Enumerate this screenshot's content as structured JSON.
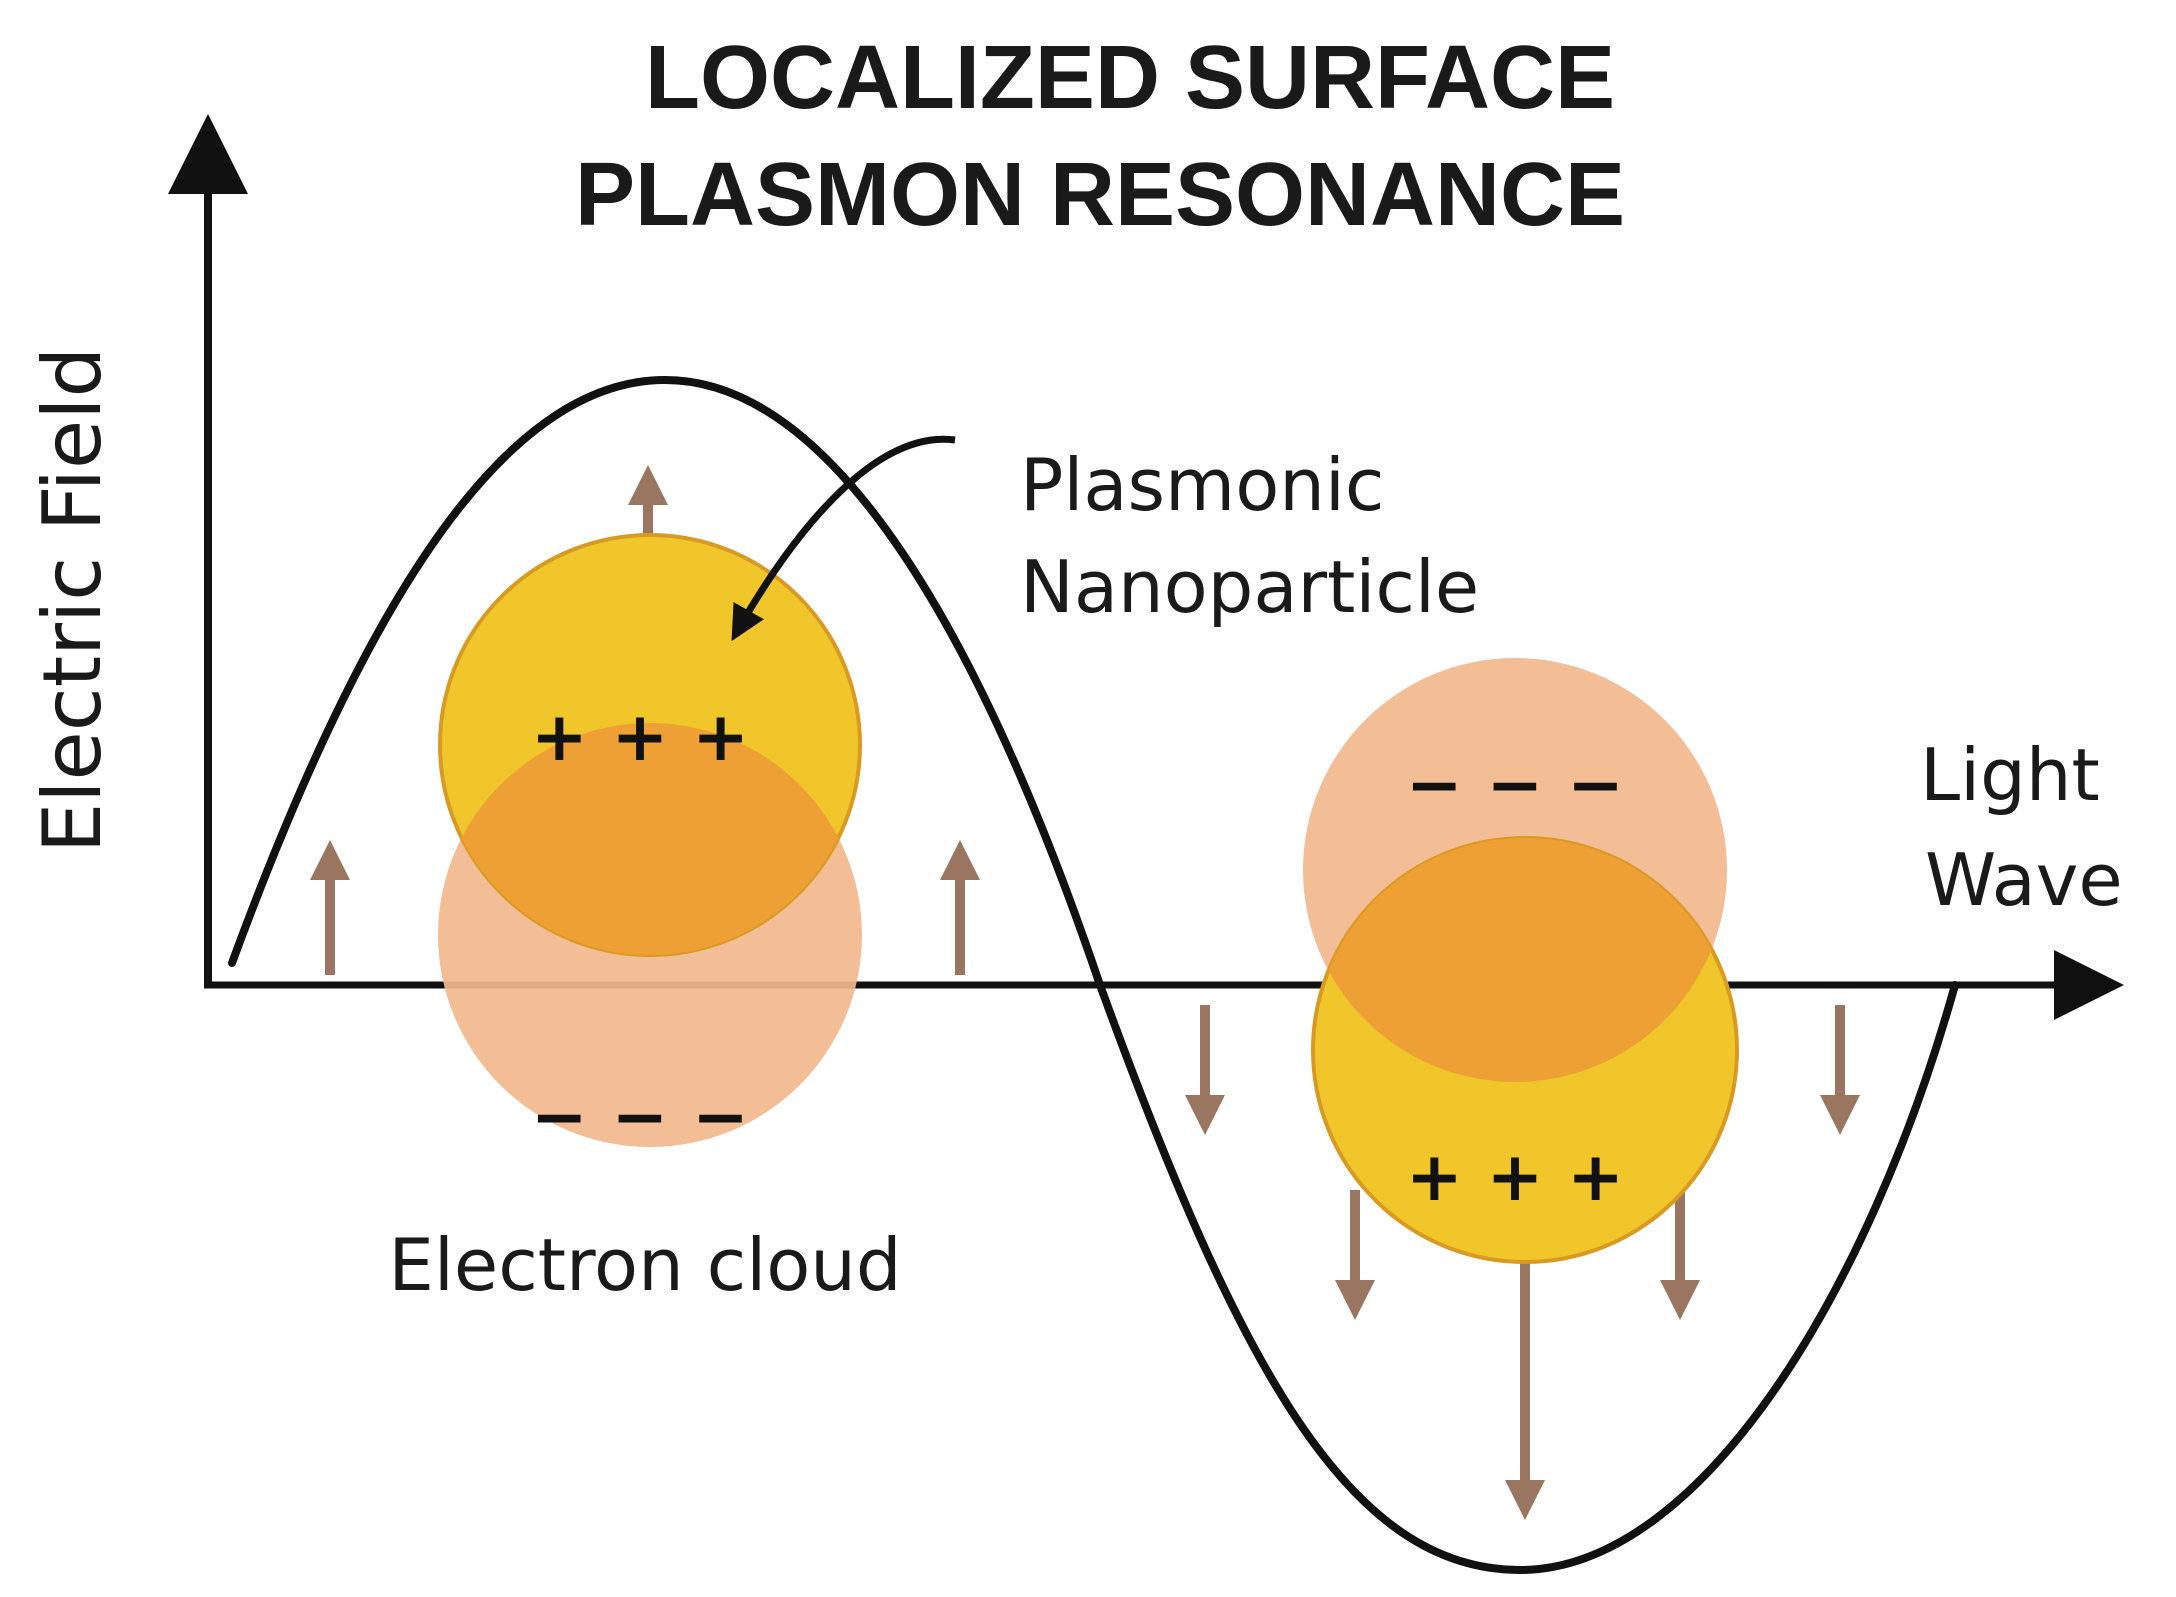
{
  "title": {
    "line1": "LOCALIZED SURFACE",
    "line2": "PLASMON RESONANCE"
  },
  "y_axis_label": "Electric Field",
  "x_axis_label": {
    "line1": "Light",
    "line2": "Wave"
  },
  "callout": {
    "line1": "Plasmonic",
    "line2": "Nanoparticle"
  },
  "electron_cloud_label": "Electron cloud",
  "particle_left": {
    "top_charges": "+ + +",
    "bottom_charges": "− − −"
  },
  "particle_right": {
    "top_charges": "− − −",
    "bottom_charges": "+ + +"
  },
  "colors": {
    "axis": "#111111",
    "wave": "#111111",
    "field_arrow": "#9a7660",
    "nanoparticle_gold": "#f0c62a",
    "nanoparticle_core": "#eea035",
    "electron_cloud": "#f2b78d"
  }
}
